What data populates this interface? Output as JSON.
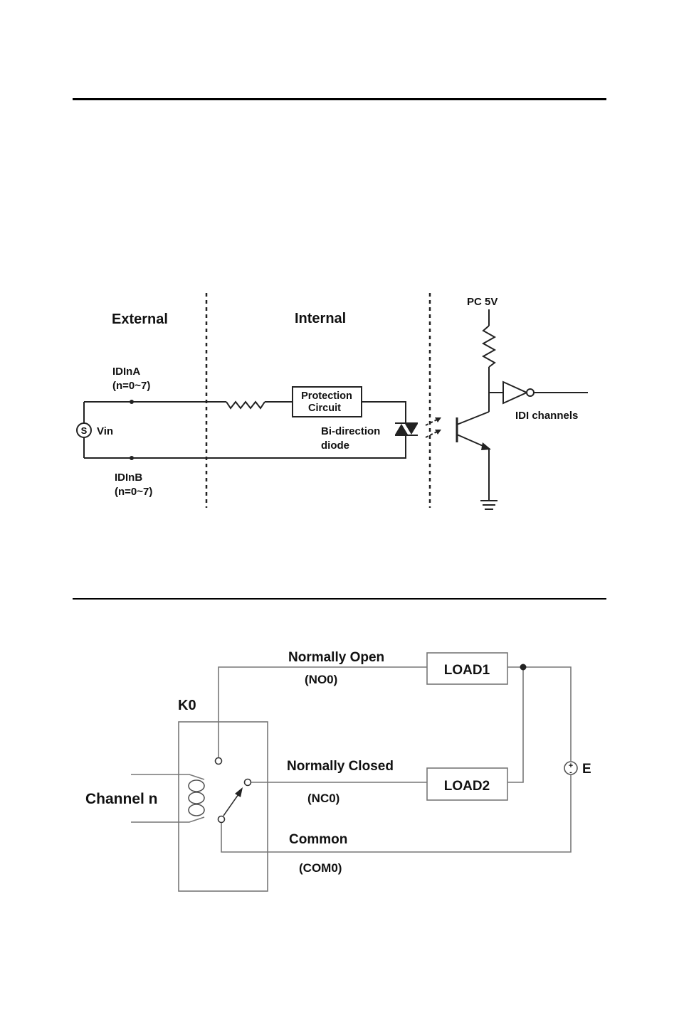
{
  "isolated_input_diagram": {
    "external_label": "External",
    "internal_label": "Internal",
    "input_a_label": "IDInA",
    "input_a_range": "(n=0~7)",
    "input_b_label": "IDInB",
    "input_b_range": "(n=0~7)",
    "source_symbol": "S",
    "vin_label": "Vin",
    "protection_label_1": "Protection",
    "protection_label_2": "Circuit",
    "diode_label_1": "Bi-direction",
    "diode_label_2": "diode",
    "supply_label": "PC 5V",
    "output_label": "IDI channels"
  },
  "relay_diagram": {
    "relay_label": "K0",
    "channel_label": "Channel n",
    "no_label": "Normally Open",
    "no_code": "(NO0)",
    "nc_label": "Normally Closed",
    "nc_code": "(NC0)",
    "com_label": "Common",
    "com_code": "(COM0)",
    "load1_label": "LOAD1",
    "load2_label": "LOAD2",
    "supply_label": "E",
    "supply_plus": "+",
    "supply_minus": "-"
  }
}
